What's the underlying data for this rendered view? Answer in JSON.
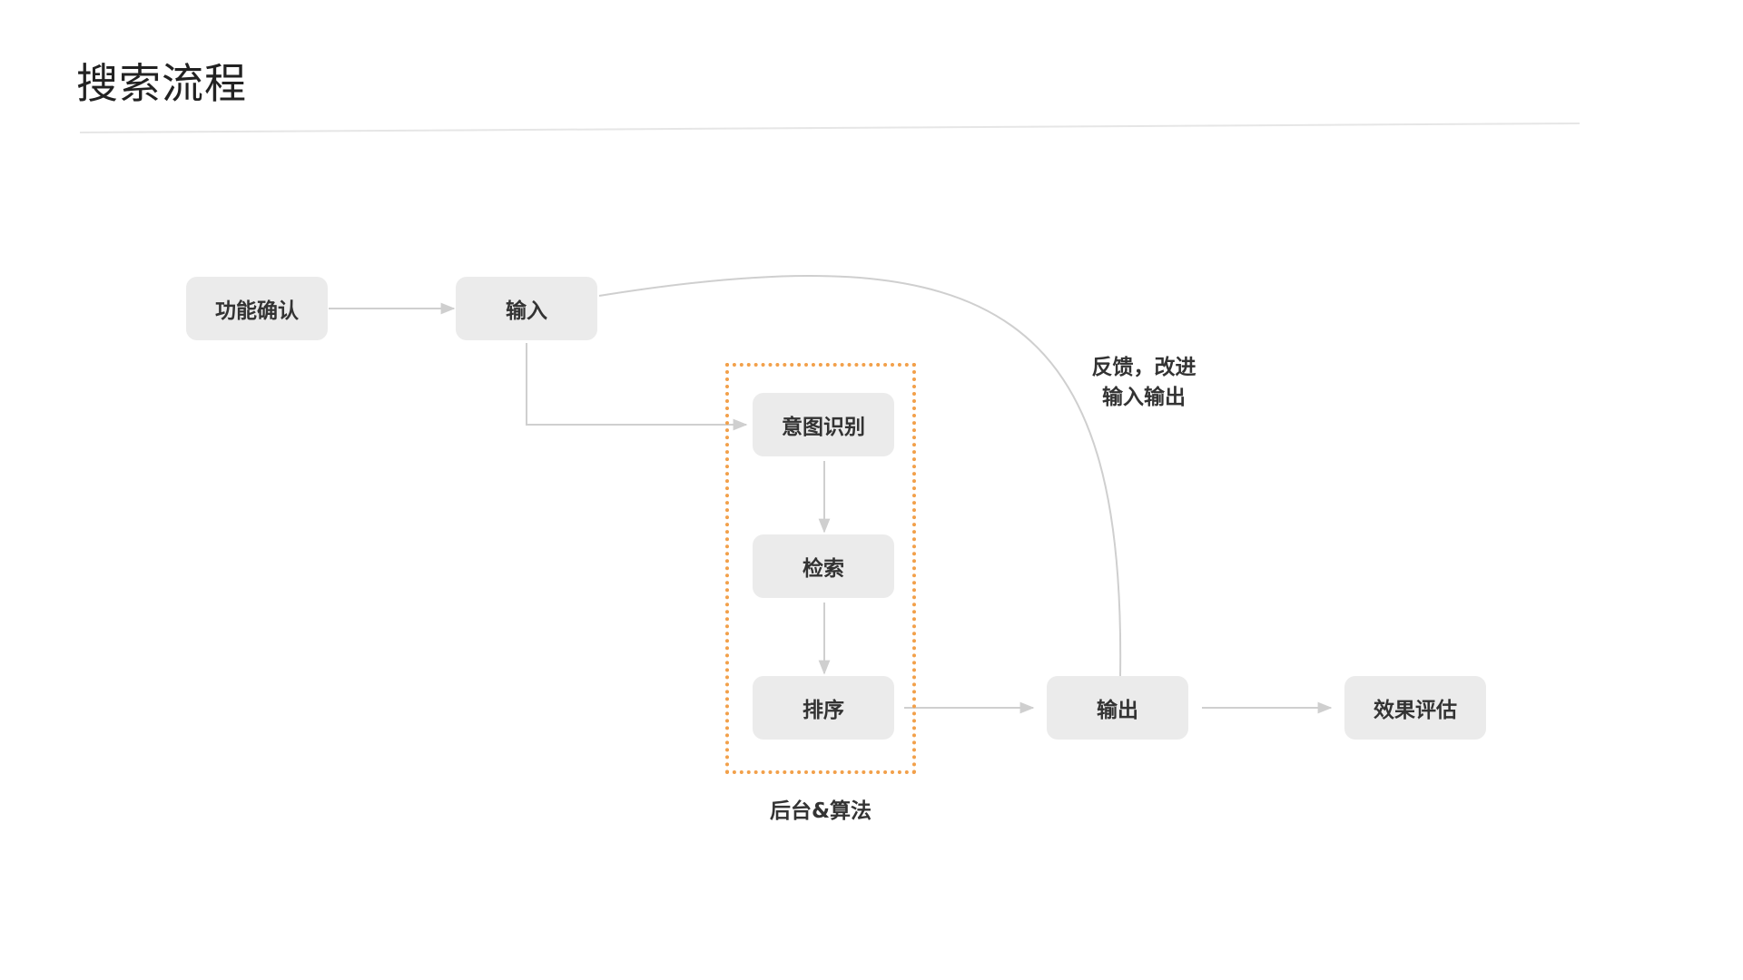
{
  "title": "搜索流程",
  "colors": {
    "node_fill": "#ebebeb",
    "arrow": "#cfcfcf",
    "group_border": "#f2a04a",
    "divider": "#e6e6e6"
  },
  "nodes": {
    "confirm": "功能确认",
    "input": "输入",
    "intent": "意图识别",
    "retrieve": "检索",
    "rank": "排序",
    "output": "输出",
    "evaluate": "效果评估"
  },
  "group_label": "后台&算法",
  "feedback_label": {
    "line1": "反馈，改进",
    "line2": "输入输出"
  }
}
